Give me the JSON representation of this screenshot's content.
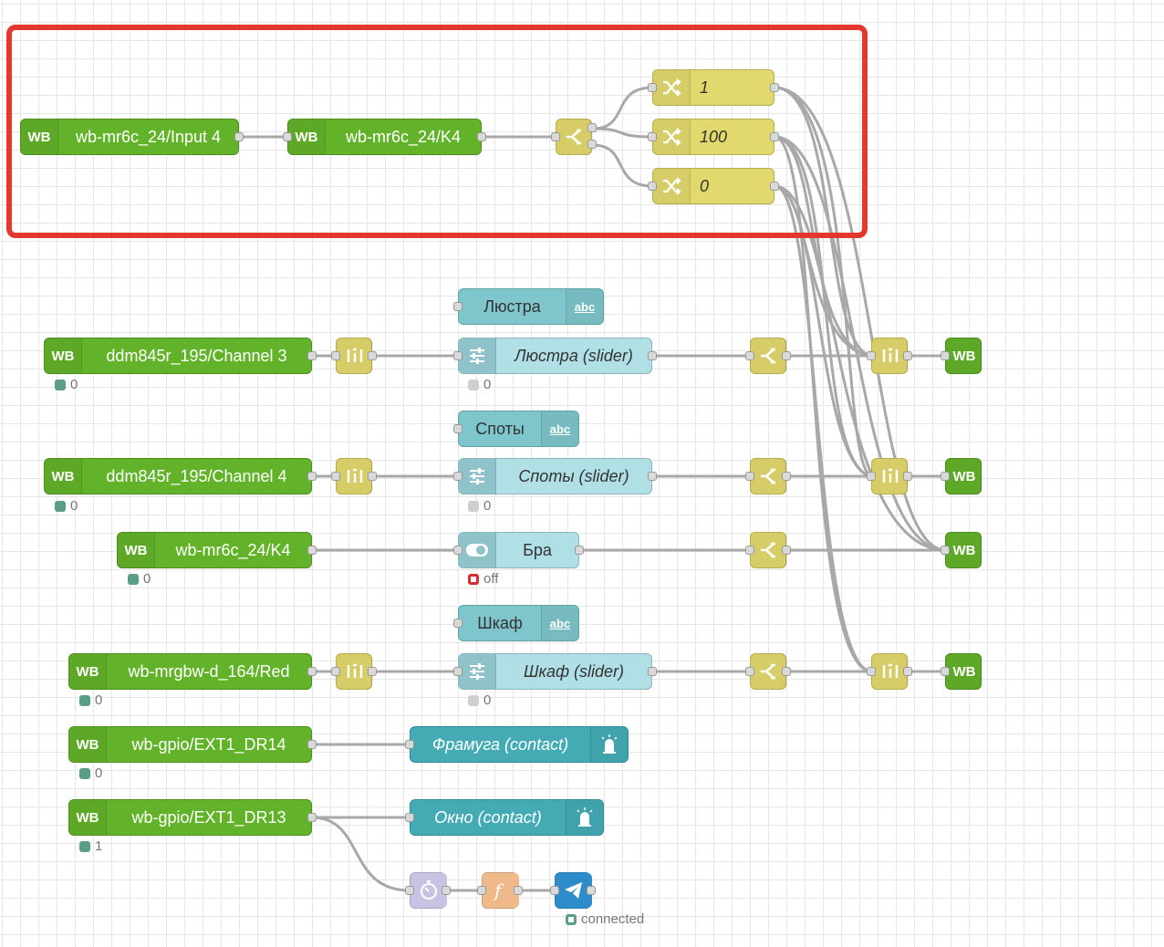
{
  "brand": {
    "wb_label": "WB",
    "abc_label": "abc"
  },
  "colors": {
    "wire": "#a8a8a8",
    "highlight": "#e2382e",
    "wb_green": "#62b32a"
  },
  "nodes": {
    "n1": "wb-mr6c_24/Input 4",
    "n2": "wb-mr6c_24/K4",
    "c1": "1",
    "c2": "100",
    "c3": "0",
    "t_lustra": "Люстра",
    "ch3": "ddm845r_195/Channel 3",
    "s_lustra": "Люстра (slider)",
    "t_spoty": "Споты",
    "ch4": "ddm845r_195/Channel 4",
    "s_spoty": "Споты (slider)",
    "k4": "wb-mr6c_24/K4",
    "bra": "Бра",
    "t_shkaf": "Шкаф",
    "red": "wb-mrgbw-d_164/Red",
    "s_shkaf": "Шкаф (slider)",
    "dr14": "wb-gpio/EXT1_DR14",
    "framuga": "Фрамуга (contact)",
    "dr13": "wb-gpio/EXT1_DR13",
    "okno": "Окно (contact)"
  },
  "status": {
    "ch3": "0",
    "s_lustra": "0",
    "ch4": "0",
    "s_spoty": "0",
    "k4": "0",
    "bra": "off",
    "red": "0",
    "s_shkaf": "0",
    "dr14": "0",
    "dr13": "1",
    "telegram": "connected"
  }
}
